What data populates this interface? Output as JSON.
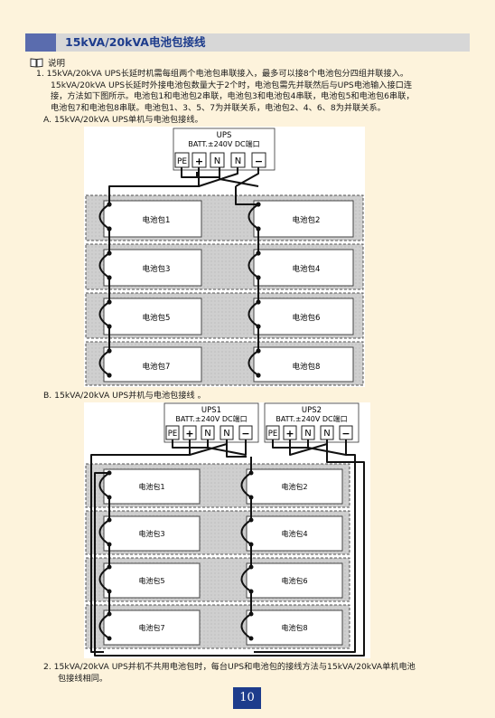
{
  "section": {
    "title": "15kVA/20kVA电池包接线"
  },
  "note": {
    "label": "说明",
    "p1_lines": [
      "1.  15kVA/20kVA UPS长延时机需每组两个电池包串联接入，最多可以接8个电池包分四组并联接入。",
      "15kVA/20kVA UPS长延时外接电池包数量大于2个时，电池包需先并联然后与UPS电池输入接口连",
      "接，方法如下图所示。电池包1和电池包2串联，电池包3和电池包4串联，电池包5和电池包6串联，",
      "电池包7和电池包8串联。电池包1、3、5、7为并联关系，电池包2、4、6、8为并联关系。"
    ],
    "fig_a": "A.  15kVA/20kVA UPS单机与电池包接线。",
    "fig_b": "B.  15kVA/20kVA UPS并机与电池包接线 。",
    "p2_lines": [
      "2.  15kVA/20kVA UPS并机不共用电池包时，每台UPS和电池包的接线方法与15kVA/20kVA单机电池",
      "包接线相同。"
    ]
  },
  "diagram_a": {
    "ups": {
      "name": "UPS",
      "port_label": "BATT.±240V DC端口",
      "terminals": [
        "PE",
        "+",
        "N",
        "N",
        "−"
      ]
    },
    "packs": [
      "电池包1",
      "电池包2",
      "电池包3",
      "电池包4",
      "电池包5",
      "电池包6",
      "电池包7",
      "电池包8"
    ]
  },
  "diagram_b": {
    "ups1": {
      "name": "UPS1",
      "port_label": "BATT.±240V DC端口",
      "terminals": [
        "PE",
        "+",
        "N",
        "N",
        "−"
      ]
    },
    "ups2": {
      "name": "UPS2",
      "port_label": "BATT.±240V DC端口",
      "terminals": [
        "PE",
        "+",
        "N",
        "N",
        "−"
      ]
    },
    "packs": [
      "电池包1",
      "电池包2",
      "电池包3",
      "电池包4",
      "电池包5",
      "电池包6",
      "电池包7",
      "电池包8"
    ]
  },
  "page": {
    "number": "10"
  },
  "colors": {
    "accent": "#1d3c8c",
    "tab": "#5a6cae",
    "background": "#fdf3dc"
  }
}
